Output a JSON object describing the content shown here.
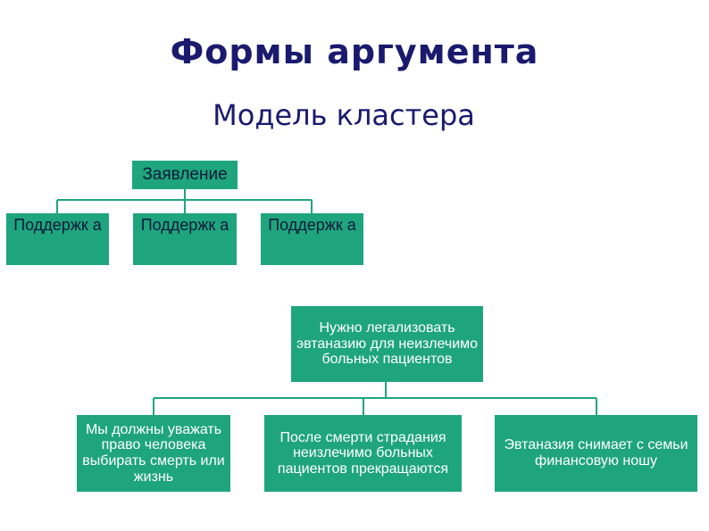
{
  "slide": {
    "title": "Формы аргумента",
    "subtitle": "Модель кластера"
  },
  "template": {
    "statement": "Заявление",
    "supports": [
      "Поддержк а",
      "Поддержк а",
      "Поддержк а"
    ]
  },
  "example": {
    "claim": "Нужно легализовать эвтаназию для неизлечимо больных пациентов",
    "arguments": [
      "Мы должны уважать право человека выбирать смерть или жизнь",
      "После смерти страдания неизлечимо больных пациентов прекращаются",
      "Эвтаназия снимает с семьи финансовую ношу"
    ]
  },
  "colors": {
    "box_fill": "#1fa57e",
    "connector": "#1fa57e",
    "title_text": "#1a1a6e"
  }
}
